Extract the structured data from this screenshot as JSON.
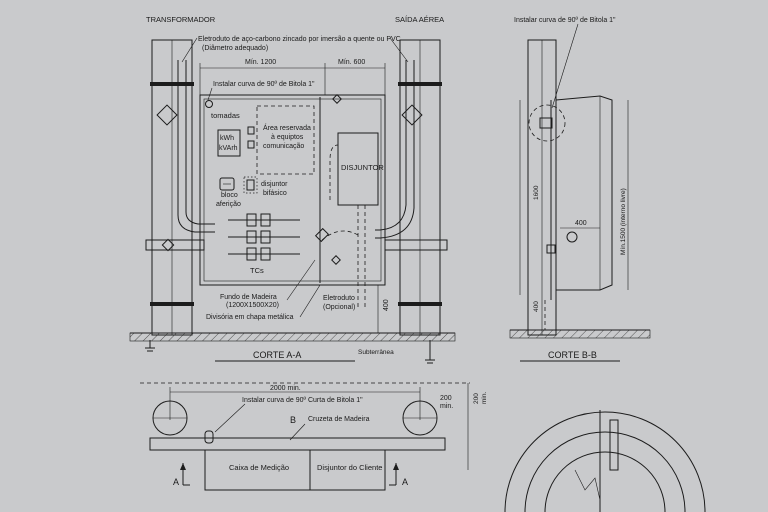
{
  "corte_aa": {
    "transformador": "TRANSFORMADOR",
    "saida_aerea": "SAÍDA AÉREA",
    "eletroduto_line1": "Eletroduto de aço-carbono zincado por imersão a quente ou PVC",
    "eletroduto_line2": "(Diâmetro adequado)",
    "min_1200": "Mín. 1200",
    "min_600": "Mín. 600",
    "instalar_curva": "Instalar curva de 90º de Bitola 1\"",
    "tomadas": "tomadas",
    "kwh": "kWh",
    "kvarh": "kVArh",
    "area_line1": "Área reservada",
    "area_line2": "à equiptos",
    "area_line3": "comunicação",
    "disjuntor": "DISJUNTOR",
    "bloco_line1": "bloco",
    "bloco_line2": "aferição",
    "disjuntor_bif_line1": "disjuntor",
    "disjuntor_bif_line2": "bifásico",
    "tcs": "TCs",
    "fundo_line1": "Fundo de Madeira",
    "fundo_line2": "(1200X1500X20)",
    "divisoria": "Divisória em chapa metálica",
    "eletroduto2_line1": "Eletroduto",
    "eletroduto2_line2": "(Opcional)",
    "dim_400": "400",
    "subterranea": "Subterrânea",
    "title": "CORTE A-A"
  },
  "corte_bb": {
    "instalar_curva": "Instalar curva de 90º de Bitola 1\"",
    "dim_1600": "1600",
    "dim_1500": "Mín.1500 (interno livre)",
    "dim_400_h": "400",
    "dim_400_v": "400",
    "title": "CORTE B-B"
  },
  "planta": {
    "dim_2000": "2000 min.",
    "dim_200": "200",
    "dim_min": "min.",
    "dim_200_v": "200",
    "dim_min_v": "min.",
    "instalar_curva": "Instalar curva de 90º Curta de Bitola 1\"",
    "b_marker": "B",
    "cruzeta": "Cruzeta de Madeira",
    "caixa_medicao": "Caixa de Medição",
    "disjuntor_cliente": "Disjuntor do Cliente",
    "a_left": "A",
    "a_right": "A"
  }
}
